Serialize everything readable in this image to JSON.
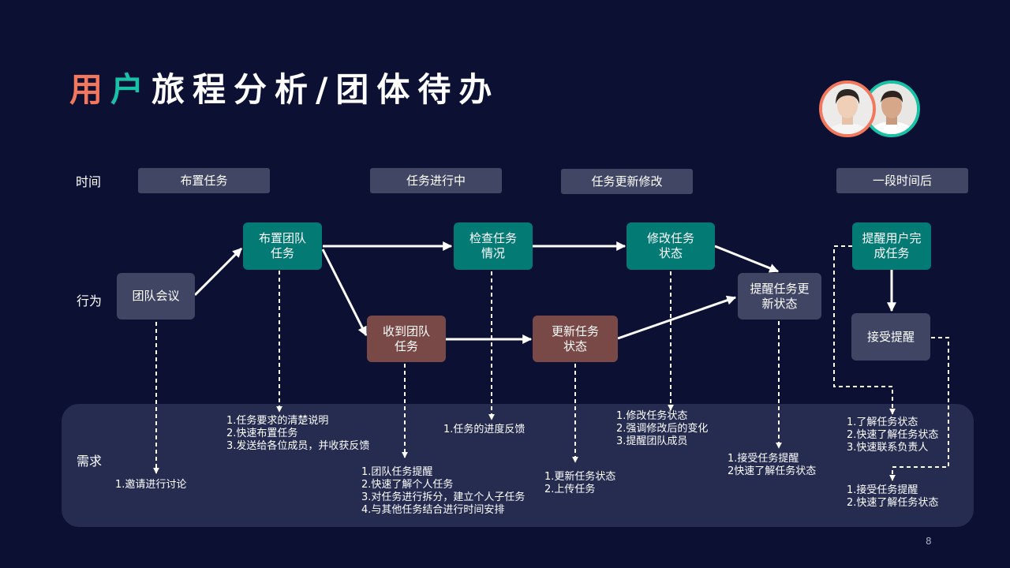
{
  "title": {
    "part1": "用",
    "part2": "户",
    "part3": "旅程分析/团体待办"
  },
  "colors": {
    "background": "#0c1133",
    "accent_orange": "#f2775d",
    "accent_teal": "#19c2a6",
    "node_gray": "#404563",
    "node_teal": "#047a75",
    "node_brown": "#794947",
    "panel": "#262c4f"
  },
  "row_labels": {
    "time": "时间",
    "action": "行为",
    "needs": "需求"
  },
  "time_stages": [
    "布置任务",
    "任务进行中",
    "任务更新修改",
    "一段时间后"
  ],
  "nodes": {
    "team_meeting": "团队会议",
    "assign_team_task": "布置团队\n任务",
    "receive_team_task": "收到团队\n任务",
    "check_task_status": "检查任务\n情况",
    "update_task_status": "更新任务\n状态",
    "modify_task_status": "修改任务\n状态",
    "remind_status_update": "提醒任务更\n新状态",
    "remind_user_complete": "提醒用户完\n成任务",
    "accept_reminder": "接受提醒"
  },
  "needs": {
    "meeting": [
      "1.邀请进行讨论"
    ],
    "assign": [
      "1.任务要求的清楚说明",
      "2.快速布置任务",
      "3.发送给各位成员，并收获反馈"
    ],
    "receive": [
      "1.团队任务提醒",
      "2.快速了解个人任务",
      "3.对任务进行拆分，建立个人子任务",
      "4.与其他任务结合进行时间安排"
    ],
    "check": [
      "1.任务的进度反馈"
    ],
    "update": [
      "1.更新任务状态",
      "2.上传任务"
    ],
    "modify": [
      "1.修改任务状态",
      "2.强调修改后的变化",
      "3.提醒团队成员"
    ],
    "remind_update": [
      "1.接受任务提醒",
      "2快速了解任务状态"
    ],
    "remind_complete": [
      "1.了解任务状态",
      "2.快速了解任务状态",
      "3.快速联系负责人"
    ],
    "accept": [
      "1.接受任务提醒",
      "2.快速了解任务状态"
    ]
  },
  "page_number": "8"
}
